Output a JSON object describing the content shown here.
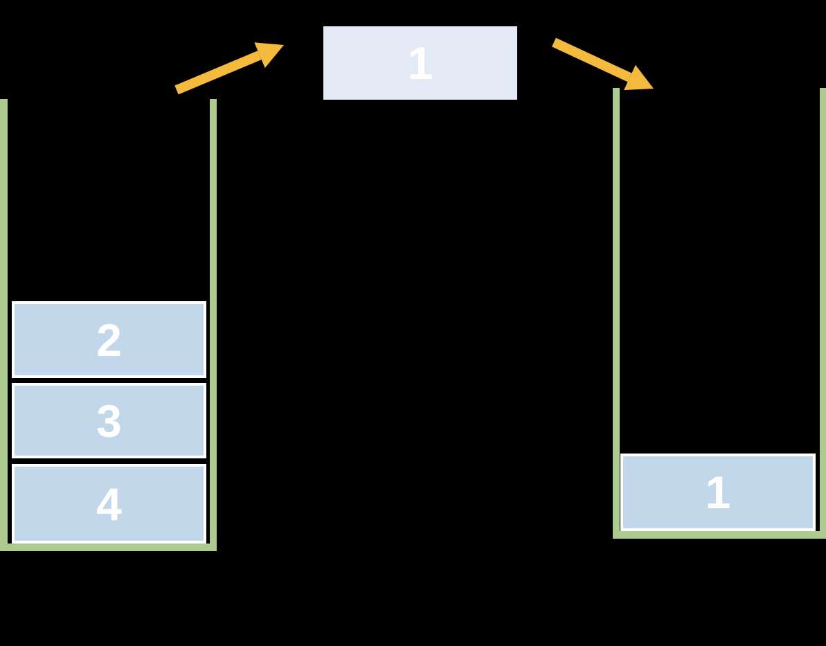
{
  "moving_block": {
    "label": "1"
  },
  "left_stack": {
    "blocks": [
      {
        "label": "2"
      },
      {
        "label": "3"
      },
      {
        "label": "4"
      }
    ]
  },
  "right_stack": {
    "blocks": [
      {
        "label": "1"
      }
    ]
  },
  "icons": {
    "left_arrow": "arrow-up-right-icon",
    "right_arrow": "arrow-down-right-icon"
  },
  "colors": {
    "background": "#000000",
    "stack_green": "#adcb8e",
    "block_blue": "#c3d7ea",
    "block_border": "#ffffff",
    "moving_block_blue": "#e3eaf5",
    "label_white": "#ffffff",
    "arrow_gold": "#f4ba3e"
  }
}
